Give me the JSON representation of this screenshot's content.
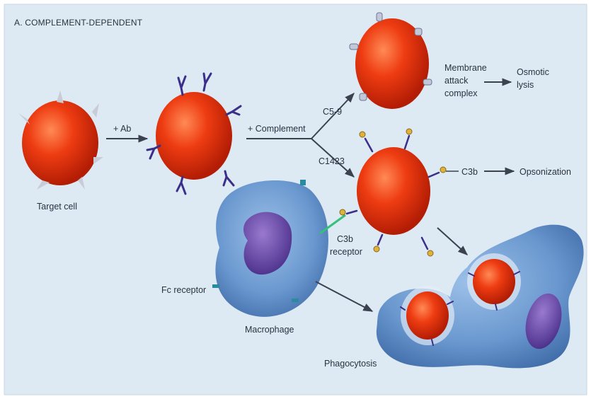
{
  "title": "A. COMPLEMENT-DEPENDENT",
  "labels": {
    "target_cell": "Target cell",
    "plus_ab": "+ Ab",
    "plus_complement": "+ Complement",
    "c5_9": "C5-9",
    "c1423": "C1423",
    "membrane_l1": "Membrane",
    "membrane_l2": "attack",
    "membrane_l3": "complex",
    "osmotic_l1": "Osmotic",
    "osmotic_l2": "lysis",
    "c3b": "C3b",
    "opsonization": "Opsonization",
    "c3b_receptor_l1": "C3b",
    "c3b_receptor_l2": "receptor",
    "fc_receptor": "Fc receptor",
    "macrophage": "Macrophage",
    "phagocytosis": "Phagocytosis"
  },
  "colors": {
    "background": "#dde9f3",
    "cell_red": "#e83a10",
    "macrophage_blue": "#5f8fc7",
    "nucleus_purple": "#6a4aa8",
    "antibody": "#3a2f8a",
    "c3b_bead": "#e0b23a"
  }
}
